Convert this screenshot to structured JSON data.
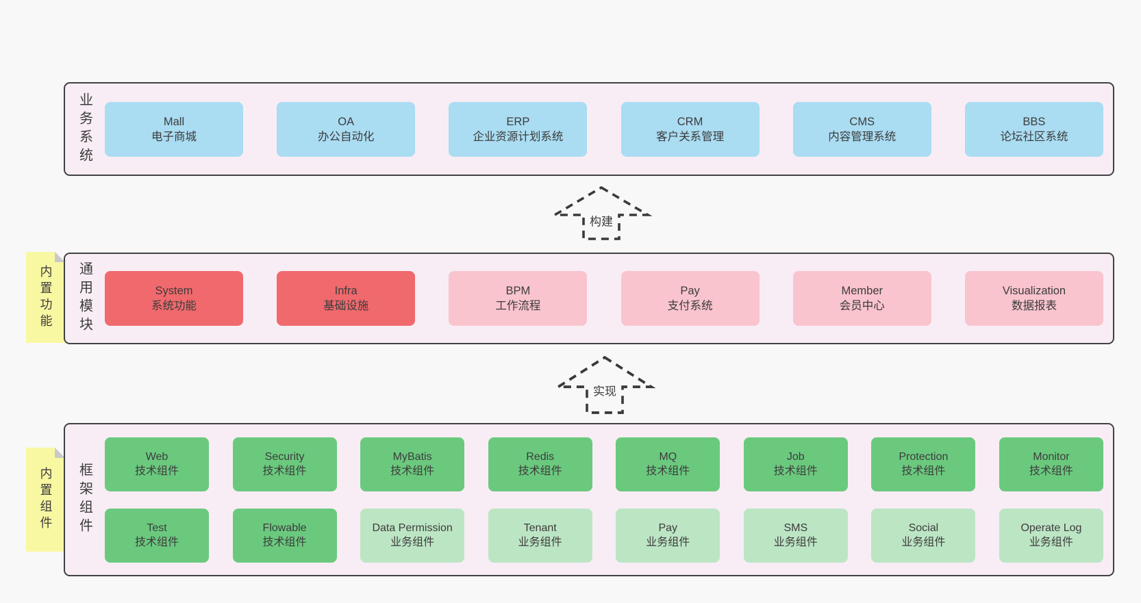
{
  "colors": {
    "page_bg": "#f8f8f8",
    "band_bg": "#f8edf5",
    "band_border": "#414141",
    "blue_box": "#aadcf2",
    "red_box": "#f0696d",
    "pink_box": "#f9c4ce",
    "green_box": "#6bc97e",
    "light_green_box": "#bce5c4",
    "note_yellow": "#f9f8a2",
    "note_fold_gray": "#c9c9c9",
    "text": "#3c3c3c"
  },
  "sections": {
    "business": {
      "label": "业务系统",
      "boxes": [
        {
          "en": "Mall",
          "cn": "电子商城"
        },
        {
          "en": "OA",
          "cn": "办公自动化"
        },
        {
          "en": "ERP",
          "cn": "企业资源计划系统"
        },
        {
          "en": "CRM",
          "cn": "客户关系管理"
        },
        {
          "en": "CMS",
          "cn": "内容管理系统"
        },
        {
          "en": "BBS",
          "cn": "论坛社区系统"
        }
      ]
    },
    "modules": {
      "label": "通用模块",
      "note": "内置功能",
      "boxes": [
        {
          "en": "System",
          "cn": "系统功能"
        },
        {
          "en": "Infra",
          "cn": "基础设施"
        },
        {
          "en": "BPM",
          "cn": "工作流程"
        },
        {
          "en": "Pay",
          "cn": "支付系统"
        },
        {
          "en": "Member",
          "cn": "会员中心"
        },
        {
          "en": "Visualization",
          "cn": "数据报表"
        }
      ]
    },
    "components": {
      "label": "框架组件",
      "note": "内置组件",
      "row1": [
        {
          "en": "Web",
          "cn": "技术组件"
        },
        {
          "en": "Security",
          "cn": "技术组件"
        },
        {
          "en": "MyBatis",
          "cn": "技术组件"
        },
        {
          "en": "Redis",
          "cn": "技术组件"
        },
        {
          "en": "MQ",
          "cn": "技术组件"
        },
        {
          "en": "Job",
          "cn": "技术组件"
        },
        {
          "en": "Protection",
          "cn": "技术组件"
        },
        {
          "en": "Monitor",
          "cn": "技术组件"
        }
      ],
      "row2": [
        {
          "en": "Test",
          "cn": "技术组件"
        },
        {
          "en": "Flowable",
          "cn": "技术组件"
        },
        {
          "en": "Data Permission",
          "cn": "业务组件"
        },
        {
          "en": "Tenant",
          "cn": "业务组件"
        },
        {
          "en": "Pay",
          "cn": "业务组件"
        },
        {
          "en": "SMS",
          "cn": "业务组件"
        },
        {
          "en": "Social",
          "cn": "业务组件"
        },
        {
          "en": "Operate Log",
          "cn": "业务组件"
        }
      ]
    }
  },
  "arrows": {
    "build": "构建",
    "implement": "实现"
  }
}
